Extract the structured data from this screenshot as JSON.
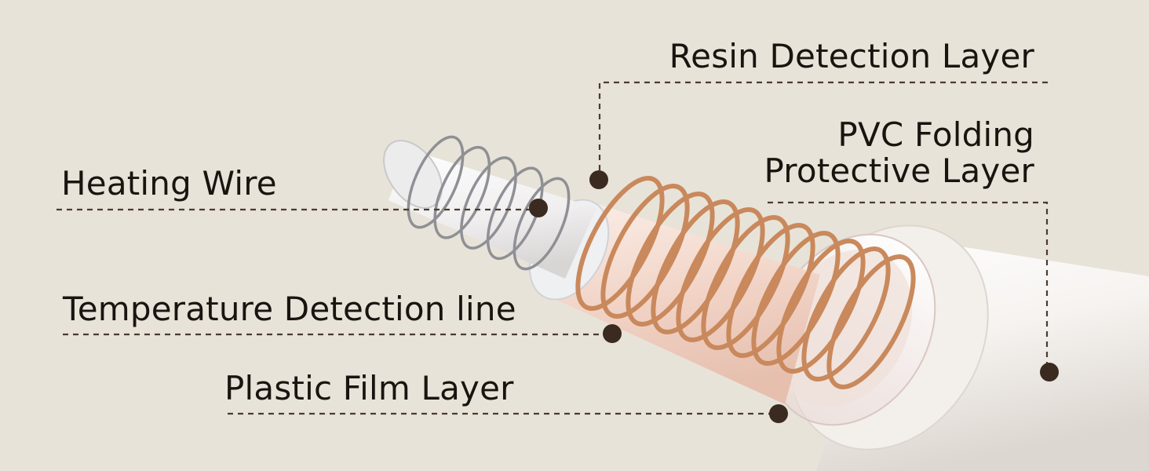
{
  "background": "#e8e3d8",
  "colors": {
    "leader_line": "#4a3b30",
    "marker_dot": "#3a2a1f",
    "heating_wire": "#8f9095",
    "temperature_coil": "#c9895c",
    "pvc_outer": "#f8f6f3",
    "resin_core": "#f2d9cf"
  },
  "labels": {
    "resin_detection_layer": "Resin Detection Layer",
    "pvc_folding_line1": "PVC Folding",
    "pvc_folding_line2": "Protective Layer",
    "heating_wire": "Heating Wire",
    "temperature_detection_line": "Temperature Detection line",
    "plastic_film_layer": "Plastic Film Layer"
  }
}
